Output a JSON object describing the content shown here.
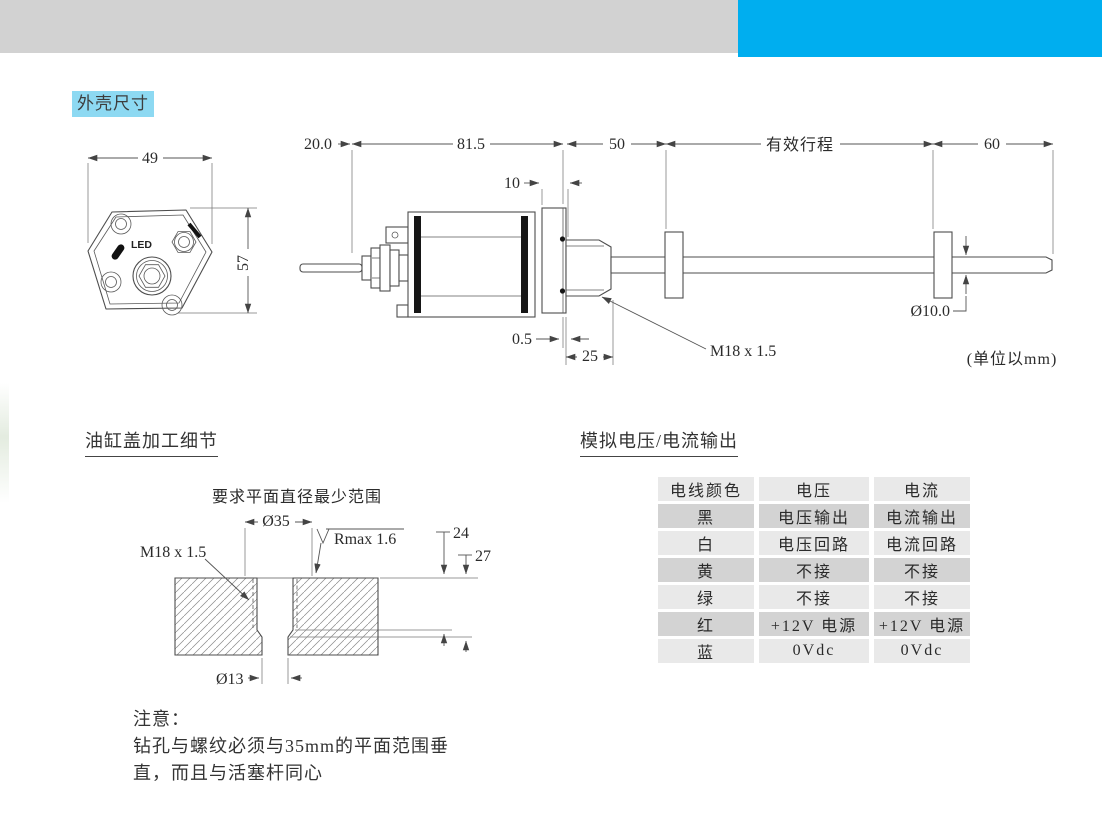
{
  "header": {
    "gray_color": "#d2d2d2",
    "blue_color": "#00aeef"
  },
  "housing": {
    "title": "外壳尺寸",
    "unit_note": "(单位以mm)",
    "front": {
      "dim_width": "49",
      "dim_height": "57",
      "led": "LED"
    },
    "side": {
      "dim_20": "20.0",
      "dim_81_5": "81.5",
      "dim_50": "50",
      "stroke_label": "有效行程",
      "dim_60": "60",
      "dim_10": "10",
      "dim_0_5": "0.5",
      "dim_25": "25",
      "thread_label": "M18 x 1.5",
      "rod_dia": "Ø10.0"
    }
  },
  "cap_detail": {
    "title": "油缸盖加工细节",
    "caption": "要求平面直径最少范围",
    "dim_35": "Ø35",
    "surface_finish": "Rmax 1.6",
    "thread_label": "M18 x 1.5",
    "dim_24": "24",
    "dim_27": "27",
    "dim_13": "Ø13",
    "note": {
      "line0": "注意：",
      "line1": "钻孔与螺纹必须与35mm的平面范围垂",
      "line2": "直，而且与活塞杆同心"
    }
  },
  "output": {
    "title": "模拟电压/电流输出",
    "table": {
      "headers": [
        "电线颜色",
        "电压",
        "电流"
      ],
      "rows": [
        [
          "黑",
          "电压输出",
          "电流输出"
        ],
        [
          "白",
          "电压回路",
          "电流回路"
        ],
        [
          "黄",
          "不接",
          "不接"
        ],
        [
          "绿",
          "不接",
          "不接"
        ],
        [
          "红",
          "+12V 电源",
          "+12V 电源"
        ],
        [
          "蓝",
          "0Vdc",
          "0Vdc"
        ]
      ]
    }
  }
}
